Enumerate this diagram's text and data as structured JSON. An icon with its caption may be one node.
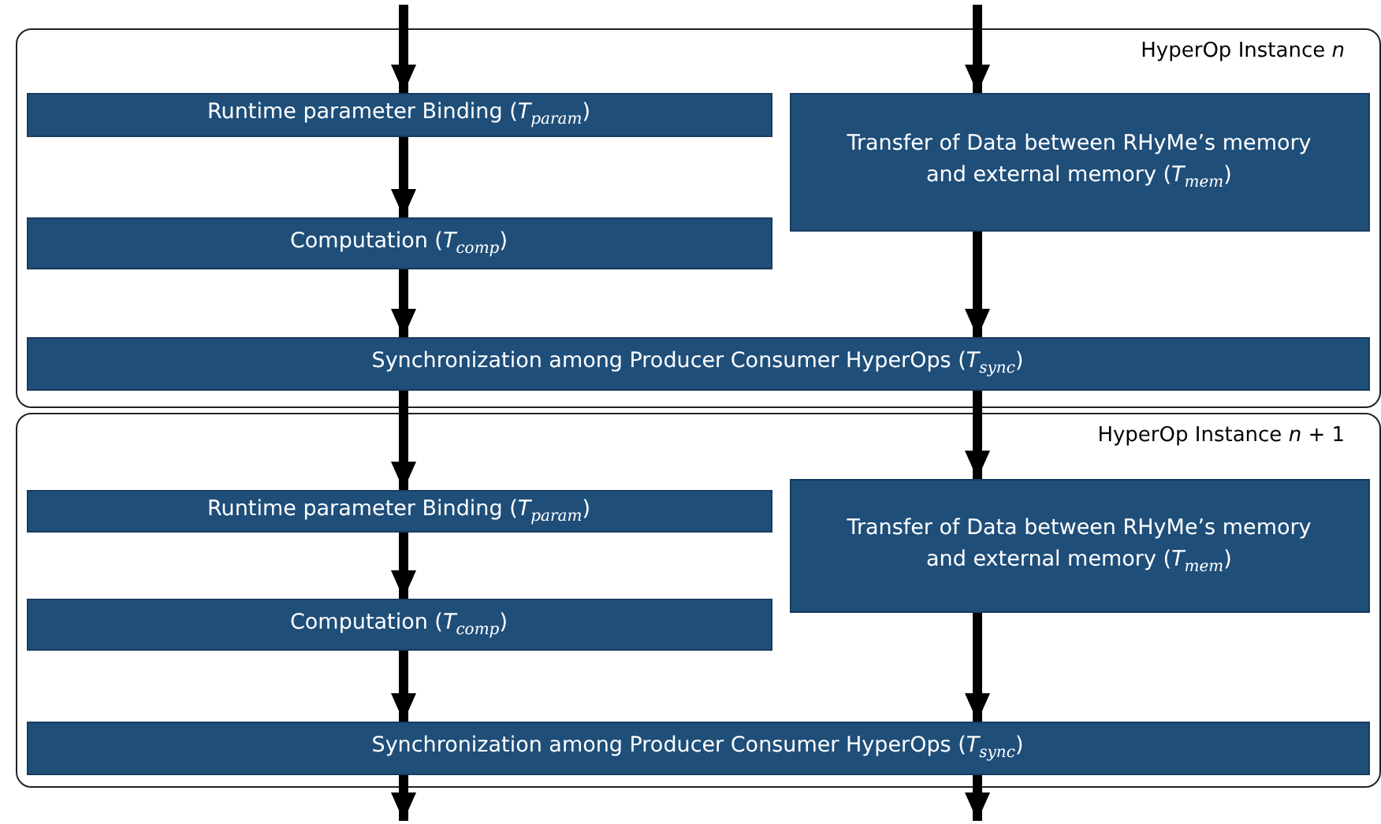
{
  "diagram": {
    "nodes": [
      {
        "text": [
          "HyperOp Instance *n*"
        ]
      },
      {
        "text": [
          "Runtime parameter Binding (*T*$_{param}$)"
        ],
        "in": 0
      },
      {
        "text": [
          "Transfer of Data between RHyMe’s memory and external memory (*T*$_{mem}$)"
        ],
        "in": 0
      },
      {
        "text": [
          "Computation (*T*$_{comp}$)"
        ],
        "in": 0
      },
      {
        "text": [
          "Synchronization among Producer Consumer HyperOps (*T*$_{sync}$)"
        ],
        "in": 0
      },
      {
        "text": [
          "HyperOp Instance *n* + 1"
        ]
      },
      {
        "text": [
          "Runtime parameter Binding (*T*$_{param}$)"
        ],
        "in": 5
      },
      {
        "text": [
          "Transfer of Data between RHyMe’s memory and external memory (*T*$_{mem}$)"
        ],
        "in": 5
      },
      {
        "text": [
          "Computation (*T*$_{comp}$)"
        ],
        "in": 5
      },
      {
        "text": [
          "Synchronization among Producer Consumer HyperOps (*T*$_{sync}$)"
        ],
        "in": 5
      }
    ],
    "edges": [
      {
        "from": null,
        "to": 1,
        "arrow": "to"
      },
      {
        "from": null,
        "to": 2,
        "arrow": "to"
      },
      {
        "from": 1,
        "to": 3,
        "arrow": "to"
      },
      {
        "from": 3,
        "to": 4,
        "arrow": "to"
      },
      {
        "from": 2,
        "to": 4,
        "arrow": "to"
      },
      {
        "from": 4,
        "to": 6,
        "arrow": "to"
      },
      {
        "from": 4,
        "to": 7,
        "arrow": "to"
      },
      {
        "from": 6,
        "to": 8,
        "arrow": "to"
      },
      {
        "from": 8,
        "to": 9,
        "arrow": "to"
      },
      {
        "from": 7,
        "to": 9,
        "arrow": "to"
      },
      {
        "from": 9,
        "to": null,
        "arrow": "to"
      },
      {
        "from": 9,
        "to": null,
        "arrow": "to"
      }
    ]
  }
}
